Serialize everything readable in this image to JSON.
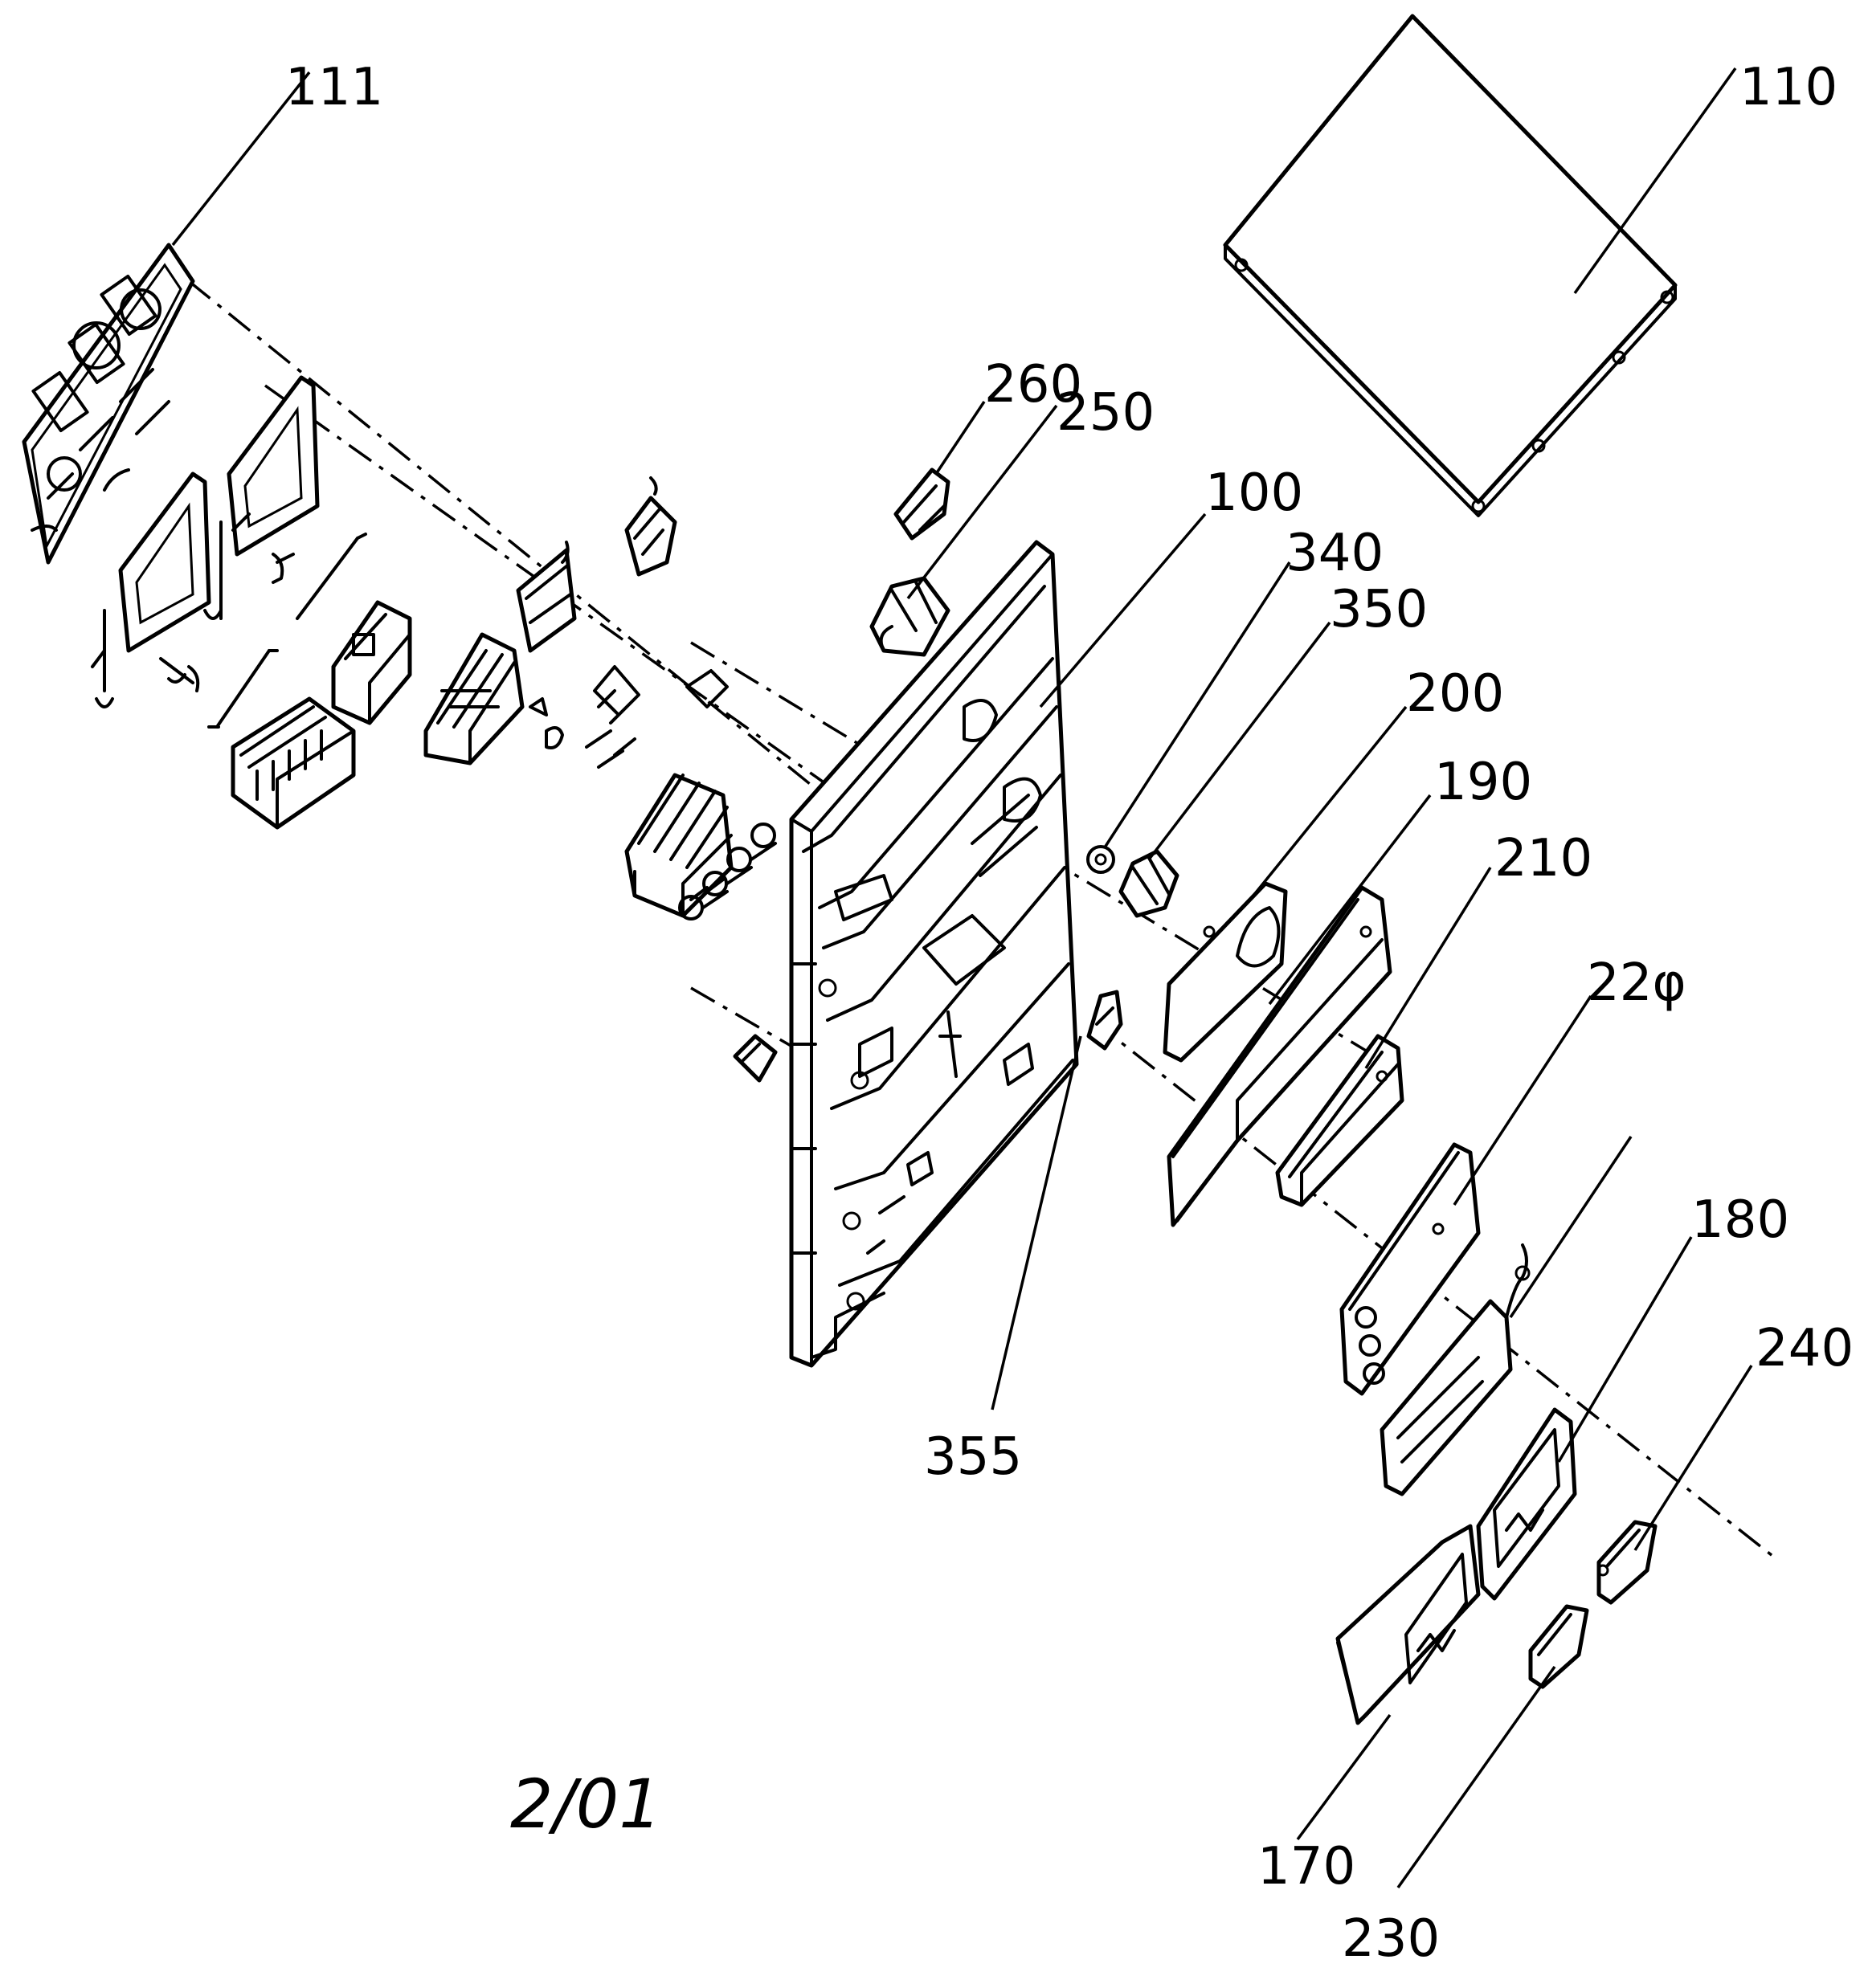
{
  "labels": {
    "l111": "111",
    "l110": "110",
    "l260": "260",
    "l250": "250",
    "l100": "100",
    "l340": "340",
    "l350": "350",
    "l200": "200",
    "l190": "190",
    "l210": "210",
    "l220": "22φ",
    "l180": "180",
    "l240": "240",
    "l355": "355",
    "l170": "170",
    "l230": "230"
  },
  "sheet_number": "2/01"
}
